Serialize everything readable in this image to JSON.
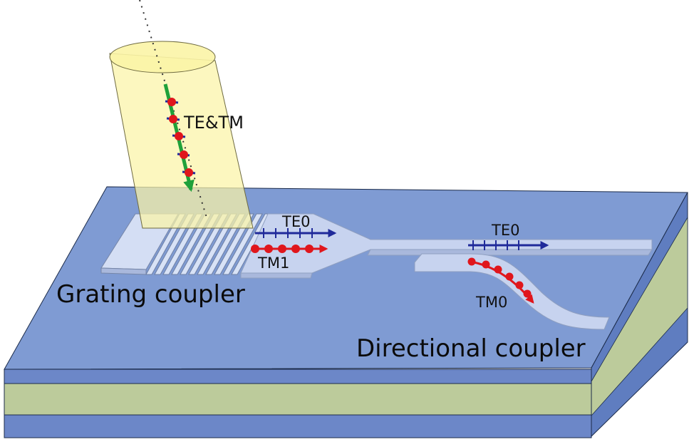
{
  "labels": {
    "polarization": "TE&TM",
    "te0_upper": "TE0",
    "tm1": "TM1",
    "te0_lower": "TE0",
    "tm0": "TM0",
    "grating_coupler": "Grating coupler",
    "directional_coupler": "Directional coupler"
  },
  "colors": {
    "substrate_top": "#7f9bd3",
    "substrate_side": "#6c87c8",
    "substrate_right": "#5f7dc0",
    "oxide_layer": "#bccb9b",
    "waveguide": "#c7d3ef",
    "waveguide_edge": "#8f9fc0",
    "beam": "#fbf4a6",
    "beam_edge": "#6e6a40",
    "te_arrow": "#1f2a9a",
    "tm_arrow": "#e0161c",
    "input_arrow": "#1fa13a"
  },
  "icons": [
    "input-beam",
    "polarization-arrow",
    "te-mode-arrow",
    "tm-mode-arrow"
  ]
}
